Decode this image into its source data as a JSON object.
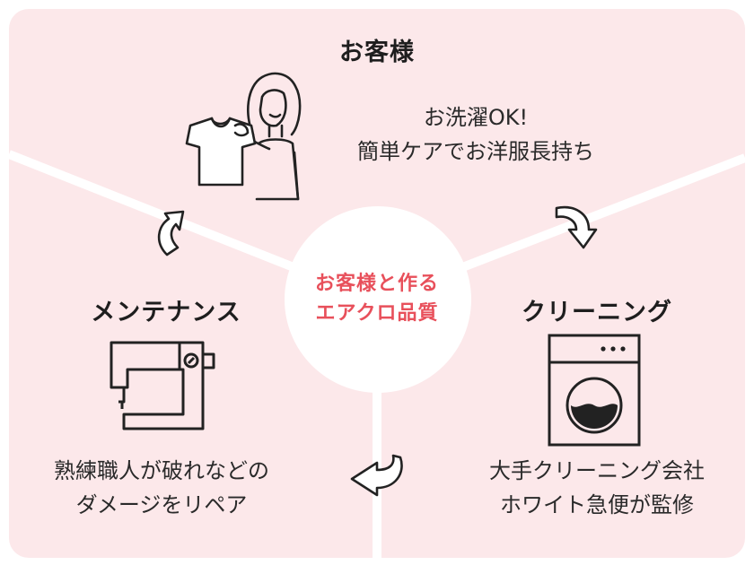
{
  "colors": {
    "panel": "#fce8ea",
    "divider": "#ffffff",
    "accent": "#e8505b",
    "ink": "#222222"
  },
  "top": {
    "title": "お客様",
    "desc_lines": [
      "お洗濯OK!",
      "簡単ケアでお洋服長持ち"
    ],
    "icon": "woman-holding-shirt-icon"
  },
  "right": {
    "title": "クリーニング",
    "desc_lines": [
      "大手クリーニング会社",
      "ホワイト急便が監修"
    ],
    "icon": "washing-machine-icon"
  },
  "left": {
    "title": "メンテナンス",
    "desc_lines": [
      "熟練職人が破れなどの",
      "ダメージをリペア"
    ],
    "icon": "sewing-machine-icon"
  },
  "center": {
    "lines": [
      "お客様と作る",
      "エアクロ品質"
    ]
  },
  "arrows": [
    "curved-arrow-up-icon",
    "curved-arrow-down-right-icon",
    "curved-arrow-left-icon"
  ]
}
